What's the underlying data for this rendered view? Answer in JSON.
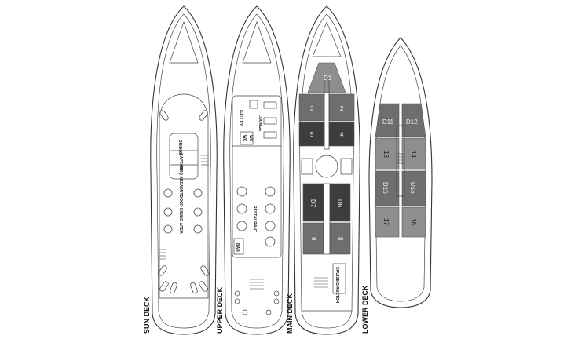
{
  "decks": [
    {
      "label": "SUN DECK"
    },
    {
      "label": "UPPER DECK"
    },
    {
      "label": "MAIN DECK"
    },
    {
      "label": "LOWER DECK"
    }
  ],
  "sun_rooms": {
    "bridge": "BRIDGE",
    "captain": "CAPTAIN",
    "bbq": "BBQ AREA",
    "outdoor": "OUTDOOR DINING AREA"
  },
  "upper_rooms": {
    "galley": "GALLEY",
    "lounge": "LOUNGE",
    "wc1": "WC",
    "wc2": "WC",
    "restaurant": "RESTAURANT",
    "bar": "BAR"
  },
  "main_rooms": {
    "cruise_director": "CRUISE DIRECTOR"
  },
  "main_cabins": {
    "d1": "D1",
    "c3": "3",
    "c2": "2",
    "c5": "5",
    "c4": "4",
    "d7": "D7",
    "d6": "D6",
    "c9": "9",
    "c8": "8"
  },
  "lower_cabins": {
    "d11": "D11",
    "d12": "D12",
    "c13": "13",
    "c14": "14",
    "d15": "D15",
    "d16": "D16",
    "c17": "17",
    "c18": "18"
  },
  "colors": {
    "cabin_dark": "#3d3d3d",
    "cabin_mid": "#6e6e6e",
    "cabin_light": "#8e8e8e",
    "line": "#333333"
  }
}
